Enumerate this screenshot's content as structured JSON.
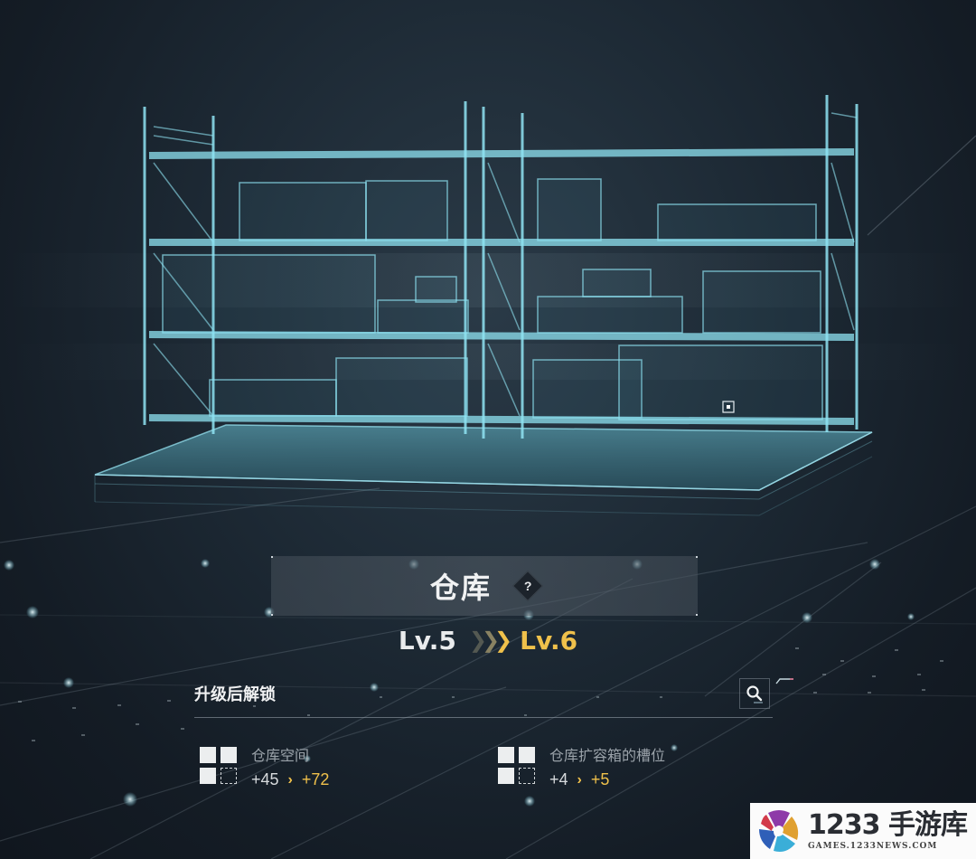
{
  "facility": {
    "name": "仓库",
    "help_icon": "question-diamond-icon",
    "help_label": "?"
  },
  "level": {
    "current": "Lv.5",
    "next": "Lv.6",
    "arrow_icon": "triple-chevron-right-icon"
  },
  "unlocks_section": {
    "title": "升级后解锁",
    "search_icon": "magnifier-icon",
    "items": [
      {
        "icon": "storage-grid-icon",
        "label": "仓库空间",
        "old_value": "+45",
        "arrow": "›",
        "new_value": "+72"
      },
      {
        "icon": "storage-grid-icon",
        "label": "仓库扩容箱的槽位",
        "old_value": "+4",
        "arrow": "›",
        "new_value": "+5"
      }
    ]
  },
  "watermark": {
    "brand": "1233 手游库",
    "url": "GAMES.1233NEWS.COM"
  },
  "colors": {
    "accent_gold": "#f0c14b",
    "hologram_cyan": "#7fd6ea",
    "background": "#18212b"
  }
}
